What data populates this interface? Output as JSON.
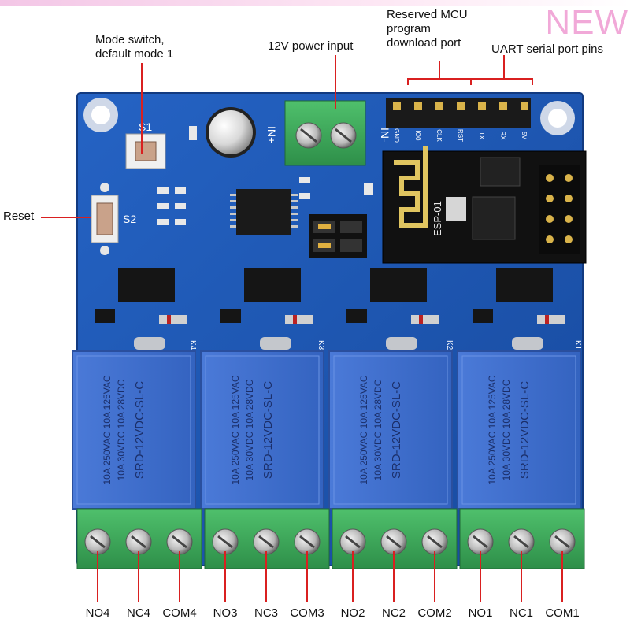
{
  "badge": "NEW",
  "annotations": {
    "mode_switch": "Mode switch,\ndefault mode 1",
    "power_input": "12V power input",
    "mcu_port": "Reserved MCU\nprogram\ndownload port",
    "uart": "UART serial port pins",
    "reset": "Reset"
  },
  "board": {
    "s1": "S1",
    "s2": "S2",
    "in_plus": "IN+",
    "in_minus": "IN-",
    "module_label": "ESP-01",
    "header_pins": [
      "GND",
      "IO0",
      "CLK",
      "RST",
      "TX",
      "RX",
      "5V"
    ],
    "relay_ids": [
      "K4",
      "K3",
      "K2",
      "K1"
    ],
    "relay_text": {
      "line1": "10A 250VAC  10A 125VAC",
      "line2": "10A  30VDC  10A  28VDC",
      "model": "SRD-12VDC-SL-C"
    }
  },
  "terminals": [
    "NO4",
    "NC4",
    "COM4",
    "NO3",
    "NC3",
    "COM3",
    "NO2",
    "NC2",
    "COM2",
    "NO1",
    "NC1",
    "COM1"
  ],
  "colors": {
    "pcb": "#1d57b8",
    "relay": "#3f6fd0",
    "terminal": "#3aa85a",
    "leader": "#d92020"
  }
}
